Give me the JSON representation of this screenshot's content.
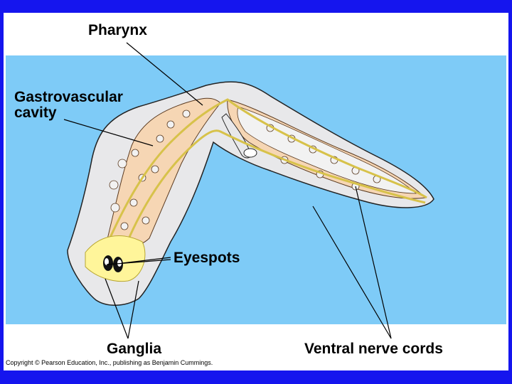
{
  "labels": {
    "pharynx": "Pharynx",
    "gastrovascular_line1": "Gastrovascular",
    "gastrovascular_line2": "cavity",
    "eyespots": "Eyespots",
    "ganglia": "Ganglia",
    "ventral_nerve_cords": "Ventral nerve cords"
  },
  "copyright": "Copyright © Pearson Education, Inc., publishing as Benjamin Cummings.",
  "colors": {
    "frame": "#1515ee",
    "water": "#7ecbf7",
    "body": "#e8e8ea",
    "gut": "#f6d6b4",
    "nerve": "#fff59a"
  }
}
